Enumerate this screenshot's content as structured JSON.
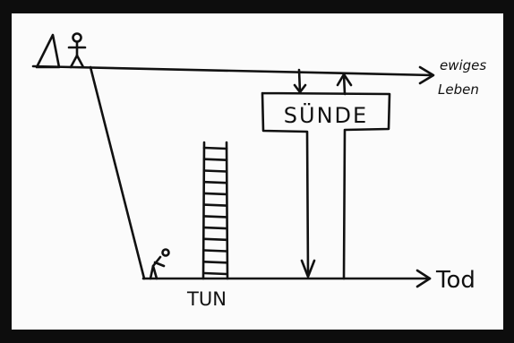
{
  "diagram": {
    "top_label_line1": "ewiges",
    "top_label_line2": "Leben",
    "sign_label": "SÜNDE",
    "ladder_label": "TUN",
    "bottom_label": "Tod",
    "ladder_rungs": 12,
    "colors": {
      "frame": "#0d0d0d",
      "paper": "#fbfbfb",
      "ink": "#111111"
    }
  }
}
